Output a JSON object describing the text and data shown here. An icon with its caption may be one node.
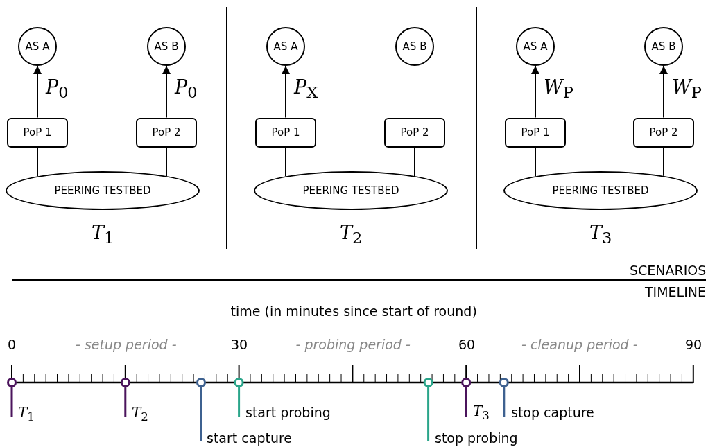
{
  "diagram": {
    "nodes": [
      {
        "text": [
          "AS A"
        ]
      },
      {
        "text": [
          "AS B"
        ]
      },
      {
        "text": [
          "PoP 1"
        ]
      },
      {
        "text": [
          "PoP 2"
        ]
      },
      {
        "text": [
          "PEERING TESTBED"
        ],
        "beside": [
          "*T*$_{1}$"
        ]
      },
      {
        "text": [
          "AS A"
        ]
      },
      {
        "text": [
          "AS B"
        ]
      },
      {
        "text": [
          "PoP 1"
        ]
      },
      {
        "text": [
          "PoP 2"
        ]
      },
      {
        "text": [
          "PEERING TESTBED"
        ],
        "beside": [
          "*T*$_{2}$"
        ]
      },
      {
        "text": [
          "AS A"
        ]
      },
      {
        "text": [
          "AS B"
        ]
      },
      {
        "text": [
          "PoP 1"
        ]
      },
      {
        "text": [
          "PoP 2"
        ]
      },
      {
        "text": [
          "PEERING TESTBED"
        ],
        "beside": [
          "*T*$_{3}$"
        ]
      }
    ],
    "edges": [
      {
        "from": 2,
        "to": 0,
        "arrow": "to",
        "label": "*P*$_{0}$"
      },
      {
        "from": 3,
        "to": 1,
        "arrow": "to",
        "label": "*P*$_{0}$"
      },
      {
        "from": 4,
        "to": 2,
        "arrow": "none"
      },
      {
        "from": 4,
        "to": 3,
        "arrow": "none"
      },
      {
        "from": 7,
        "to": 5,
        "arrow": "to",
        "label": "*P*$_{X}$"
      },
      {
        "from": 9,
        "to": 7,
        "arrow": "none"
      },
      {
        "from": 9,
        "to": 8,
        "arrow": "none"
      },
      {
        "from": 12,
        "to": 10,
        "arrow": "to",
        "label": "*W*$_{P}$"
      },
      {
        "from": 13,
        "to": 11,
        "arrow": "to",
        "label": "*W*$_{P}$"
      },
      {
        "from": 14,
        "to": 12,
        "arrow": "none"
      },
      {
        "from": 14,
        "to": 13,
        "arrow": "none"
      }
    ],
    "labels": [
      "SCENARIOS",
      "TIMELINE",
      "time (in minutes since start of round)",
      "0",
      "- setup period -",
      "30",
      "- probing period -",
      "60",
      "- cleanup period -",
      "90",
      "*T*$_{1}$",
      "*T*$_{2}$",
      "start probing",
      "*T*$_{3}$",
      "stop capture",
      "start capture",
      "stop probing"
    ]
  }
}
